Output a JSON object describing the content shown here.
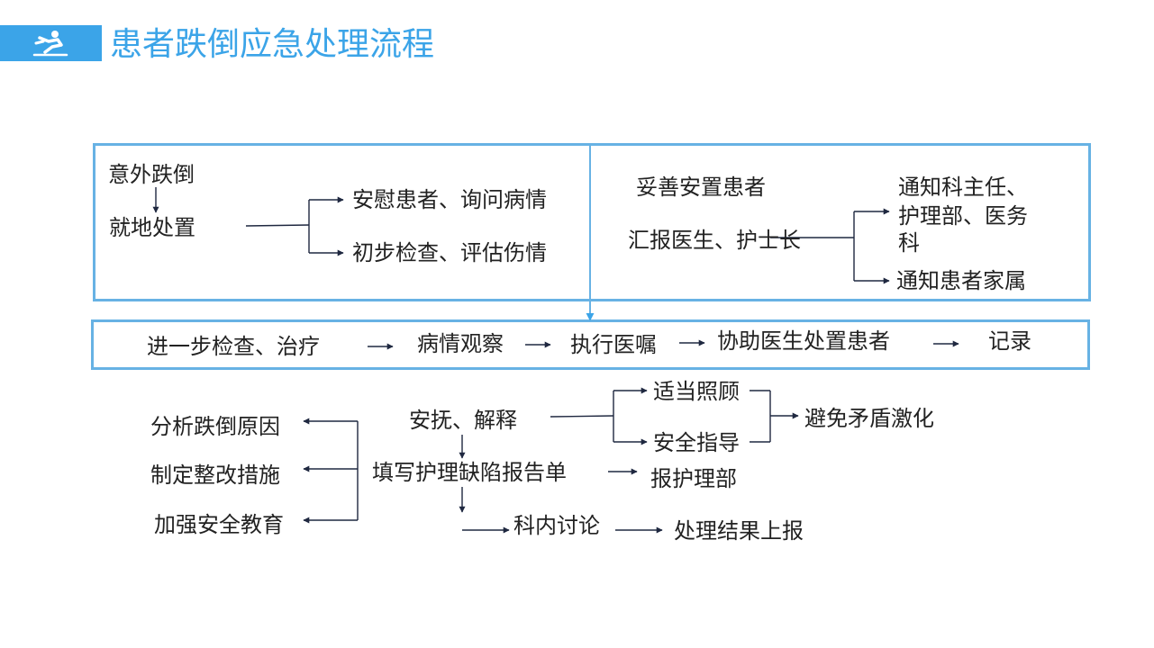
{
  "title": "患者跌倒应急处理流程",
  "colors": {
    "accent": "#3ba4e8",
    "box_border": "#67b2e4",
    "arrow": "#1f2840"
  },
  "icons": {
    "title_icon": "falling-person-icon"
  },
  "top_box": {
    "left": {
      "event": "意外跌倒",
      "action": "就地处置",
      "branches": [
        "安慰患者、询问病情",
        "初步检查、评估伤情"
      ]
    },
    "right": {
      "settle": "妥善安置患者",
      "report": "汇报医生、护士长",
      "notify_line1": "通知科主任、",
      "notify_line2": "护理部、医务",
      "notify_line3": "科",
      "notify_family": "通知患者家属"
    }
  },
  "mid_box": {
    "steps": [
      "进一步检查、治疗",
      "病情观察",
      "执行医嘱",
      "协助医生处置患者",
      "记录"
    ]
  },
  "bottom": {
    "reassure": "安抚、解释",
    "care": "适当照顾",
    "safety": "安全指导",
    "avoid": "避免矛盾激化",
    "form": "填写护理缺陷报告单",
    "report_dept": "报护理部",
    "discuss": "科内讨论",
    "result": "处理结果上报",
    "left_items": [
      "分析跌倒原因",
      "制定整改措施",
      "加强安全教育"
    ]
  }
}
